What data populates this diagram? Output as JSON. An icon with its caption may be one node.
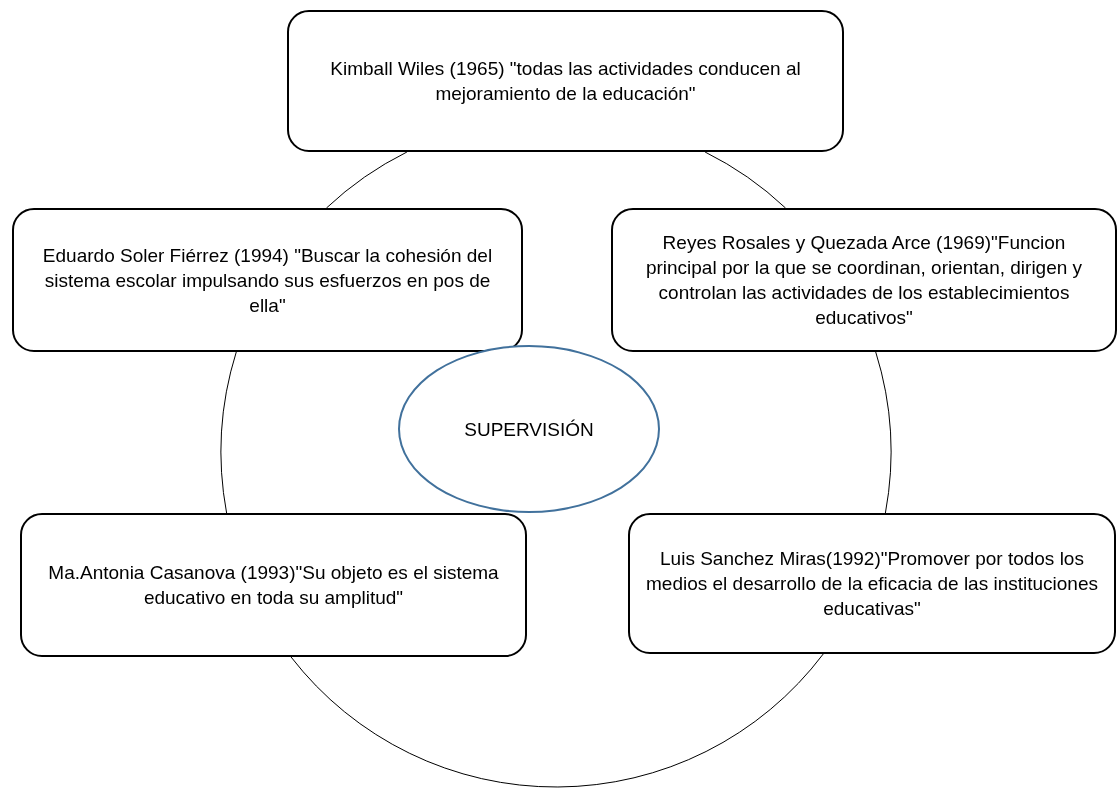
{
  "diagram": {
    "nodes": [
      {
        "text": [
          "Kimball Wiles (1965) \"todas las actividades conducen al mejoramiento de la educación\""
        ]
      },
      {
        "text": [
          "Eduardo Soler Fiérrez (1994) \"Buscar la cohesión del sistema escolar impulsando sus esfuerzos en pos de ella\""
        ]
      },
      {
        "text": [
          "Reyes Rosales y Quezada Arce (1969)\"Funcion principal por la que se coordinan, orientan, dirigen y controlan las actividades de los establecimientos educativos\""
        ]
      },
      {
        "text": [
          "SUPERVISIÓN"
        ]
      },
      {
        "text": [
          "Ma.Antonia Casanova (1993)\"Su objeto es el sistema educativo en toda su amplitud\""
        ]
      },
      {
        "text": [
          "Luis Sanchez Miras(1992)\"Promover por todos los medios el desarrollo de la eficacia de las instituciones educativas\""
        ]
      }
    ],
    "edges": [
      {
        "from": 0,
        "to": 2,
        "arrow": "none"
      },
      {
        "from": 2,
        "to": 5,
        "arrow": "none"
      },
      {
        "from": 5,
        "to": 4,
        "arrow": "none"
      },
      {
        "from": 4,
        "to": 1,
        "arrow": "none"
      },
      {
        "from": 1,
        "to": 0,
        "arrow": "none"
      }
    ]
  }
}
